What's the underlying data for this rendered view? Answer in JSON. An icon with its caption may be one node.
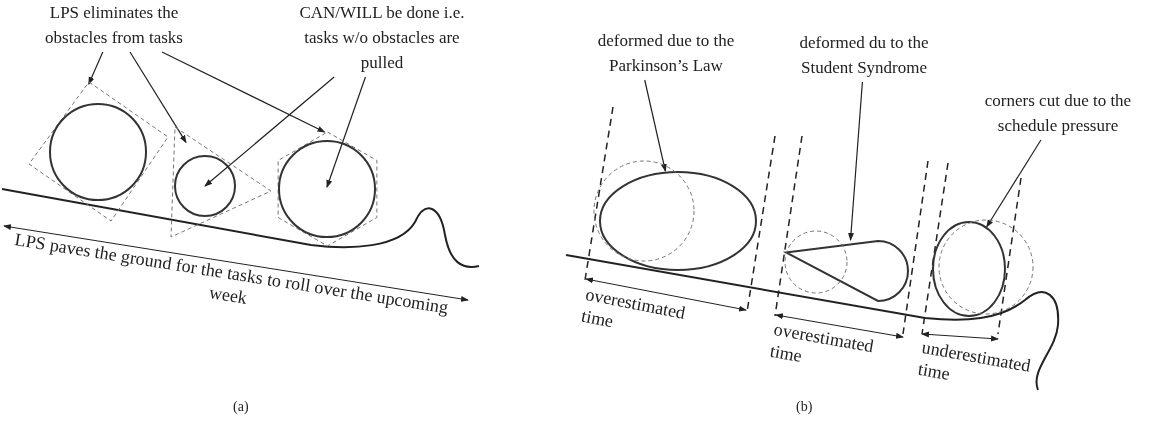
{
  "diagram": {
    "nodes": [
      {
        "text": [
          "LPS eliminates the obstacles from tasks"
        ]
      },
      {
        "text": [
          "CAN/WILL be done i.e. tasks w/o obstacles are pulled"
        ]
      },
      {
        "text": [],
        "shape": "box"
      },
      {
        "text": [],
        "shape": "circle",
        "in": 2
      },
      {
        "text": [],
        "shape": "triangle"
      },
      {
        "text": [],
        "shape": "circle",
        "in": 4
      },
      {
        "text": [],
        "shape": "hexagon"
      },
      {
        "text": [],
        "shape": "circle",
        "in": 6
      },
      {
        "text": [
          "deformed due to the Parkinson’s Law"
        ]
      },
      {
        "text": [
          "deformed du to the Student Syndrome"
        ]
      },
      {
        "text": [
          "corners cut due to the schedule pressure"
        ]
      },
      {
        "text": [],
        "shape": "ellipse"
      },
      {
        "text": [],
        "shape": "teardrop"
      },
      {
        "text": [],
        "shape": "ellipse"
      },
      {
        "text": [],
        "shape": "circle"
      },
      {
        "text": [],
        "shape": "circle"
      },
      {
        "text": [],
        "shape": "circle"
      }
    ],
    "edges": [
      {
        "from": 0,
        "to": 2,
        "arrow": "to"
      },
      {
        "from": 0,
        "to": 4,
        "arrow": "to"
      },
      {
        "from": 0,
        "to": 6,
        "arrow": "to"
      },
      {
        "from": 1,
        "to": 5,
        "arrow": "to"
      },
      {
        "from": 1,
        "to": 7,
        "arrow": "to"
      },
      {
        "from": 8,
        "to": 11,
        "arrow": "to"
      },
      {
        "from": 9,
        "to": 12,
        "arrow": "to"
      },
      {
        "from": 10,
        "to": 13,
        "arrow": "to"
      }
    ],
    "labels": [
      "LPS paves the ground for the tasks to roll over the upcoming week",
      "(a)",
      "overestimated time",
      "overestimated time",
      "underestimated time",
      "(b)"
    ]
  }
}
